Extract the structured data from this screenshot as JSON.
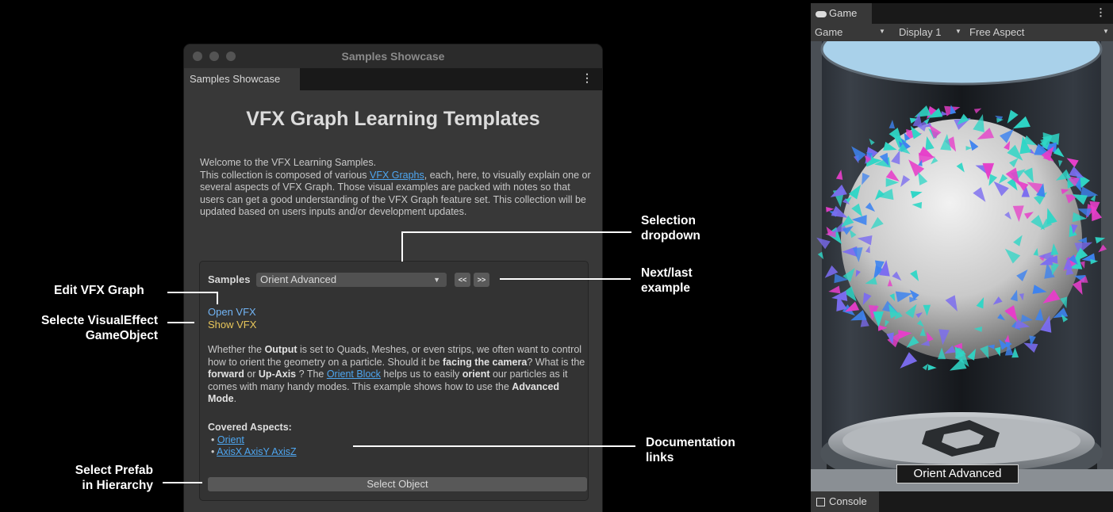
{
  "window": {
    "title": "Samples Showcase",
    "tab_label": "Samples Showcase",
    "tab_menu_glyph": "⋮"
  },
  "content": {
    "heading": "VFX Graph Learning Templates",
    "intro_line1": "Welcome to the VFX Learning Samples.",
    "intro_pre": "This collection is composed of various ",
    "intro_link": "VFX Graphs",
    "intro_post": ", each, here, to visually explain one or several aspects of VFX Graph. Those visual examples are packed with notes so that users can get a good understanding of the VFX Graph feature set. This collection will be updated based on users inputs and/or development updates."
  },
  "samples_panel": {
    "label": "Samples",
    "selected": "Orient Advanced",
    "prev_label": "<<",
    "next_label": ">>",
    "open_vfx": "Open VFX",
    "show_vfx": "Show VFX",
    "body": {
      "t1": "Whether the ",
      "b1": "Output",
      "t2": " is set to Quads, Meshes, or even strips, we often want to control how to orient the geometry on a particle. Should it be ",
      "b2": "facing the camera",
      "t3": "? What is the ",
      "b3": "forward",
      "t4": " or ",
      "b4": "Up-Axis",
      "t5": " ? The ",
      "link": "Orient Block",
      "t6": " helps us to easily ",
      "b5": "orient",
      "t7": " our particles as it comes with many handy modes. This example shows how to use the ",
      "b6": "Advanced Mode",
      "t8": "."
    },
    "covered_title": "Covered Aspects:",
    "covered_items": [
      "Orient",
      "AxisX AxisY AxisZ"
    ],
    "select_button": "Select Object"
  },
  "callouts": {
    "edit_vfx": "Edit VFX Graph",
    "select_ve_1": "Selecte VisualEffect",
    "select_ve_2": "GameObject",
    "select_prefab_1": "Select Prefab",
    "select_prefab_2": "in Hierarchy",
    "selection_dd_1": "Selection",
    "selection_dd_2": "dropdown",
    "next_last_1": "Next/last",
    "next_last_2": "example",
    "doc_links_1": "Documentation",
    "doc_links_2": "links"
  },
  "game_view": {
    "tab_label": "Game",
    "tab_icon": "gamepad-icon",
    "menu_glyph": "⋮",
    "toolbar": {
      "mode": "Game",
      "display": "Display 1",
      "aspect": "Free Aspect"
    },
    "overlay_label": "Orient Advanced",
    "console_tab": "Console",
    "colors": {
      "cyan": "#2fd6c6",
      "blue": "#3d83f0",
      "magenta": "#e63ec9",
      "purple": "#7b6cf0"
    }
  }
}
